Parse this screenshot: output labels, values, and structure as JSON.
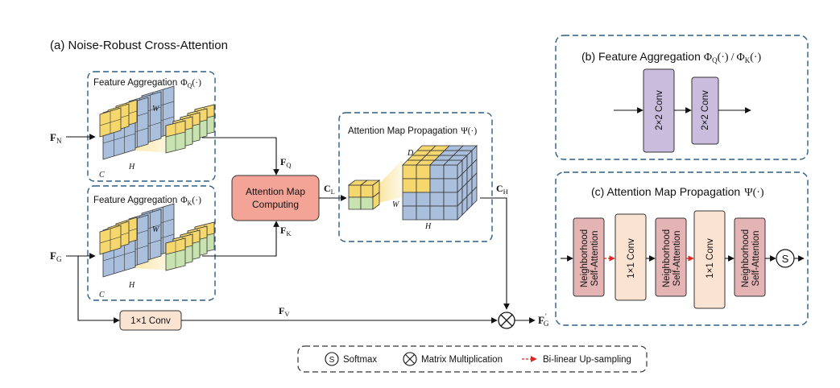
{
  "title_a": "(a) Noise-Robust Cross-Attention",
  "fa_top": {
    "label": "Feature Aggregation",
    "sym": "Φ",
    "sub": "Q",
    "arg": "(·)"
  },
  "fa_bot": {
    "label": "Feature Aggregation",
    "sym": "Φ",
    "sub": "K",
    "arg": "(·)"
  },
  "amp": {
    "label": "Attention Map Propagation",
    "sym": "Ψ",
    "arg": "(·)"
  },
  "attention_box": [
    "Attention Map",
    "Computing"
  ],
  "conv_main": "1×1 Conv",
  "dims": {
    "W": "W",
    "H": "H",
    "C": "C",
    "D": "D"
  },
  "vars": {
    "F": "F",
    "N": "N",
    "G": "G",
    "Q": "Q",
    "K": "K",
    "V": "V",
    "C": "C",
    "L": "L",
    "H": "H",
    "prime": "′"
  },
  "panel_b": {
    "title": "(b) Feature Aggregation",
    "sym1": "Φ",
    "sub1": "Q",
    "arg": "(·)",
    "slash": "/",
    "sym2": "Φ",
    "sub2": "K",
    "conv1": "2×2 Conv",
    "conv2": "2×2 Conv"
  },
  "panel_c": {
    "title": "(c) Attention Map Propagation",
    "sym": "Ψ",
    "arg": "(·)",
    "blocks": [
      "Neighborhood\nSelf-Attention",
      "1×1 Conv",
      "Neighborhood\nSelf-Attention",
      "1×1 Conv",
      "Neighborhood\nSelf-Attention"
    ],
    "softmax_glyph": "S"
  },
  "legend": {
    "softmax_glyph": "S",
    "softmax": "Softmax",
    "matmul": "Matrix Multiplication",
    "upsample": "Bi-linear Up-sampling"
  },
  "colors": {
    "yellow": "#f5d76e",
    "blue": "#a9bfdc",
    "green": "#c8e3b0",
    "salmon": "#f4a497",
    "peach": "#fbe3d2",
    "lavender": "#c9bcdc",
    "rose": "#e4b4b4",
    "dash_blue": "#2c5f86",
    "red_arrow": "#e0261e"
  }
}
